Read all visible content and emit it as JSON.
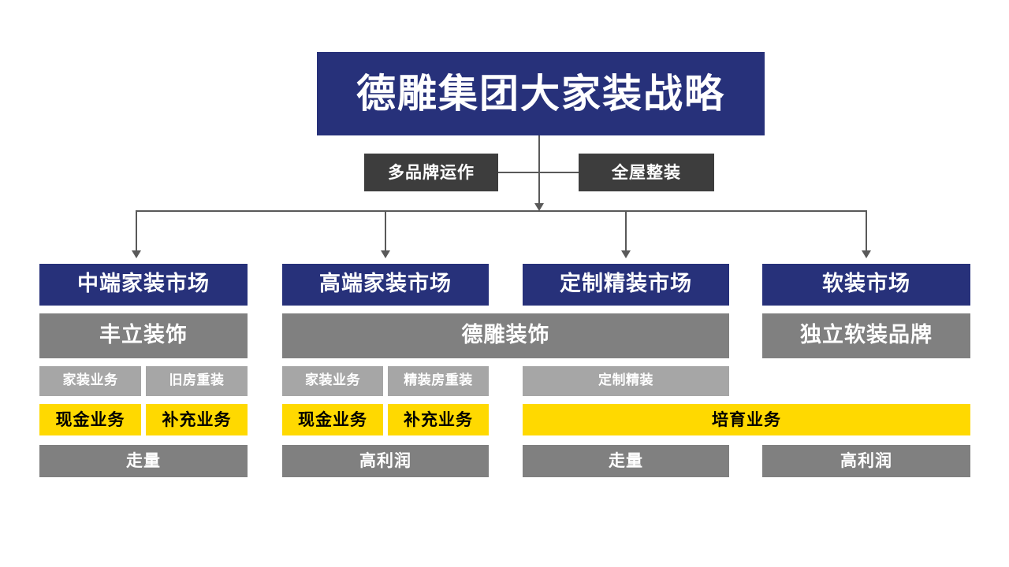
{
  "slide": {
    "title": "德雕集团大家装战略",
    "background_color": "#ffffff"
  },
  "colors": {
    "navy": "#27317a",
    "dark_gray": "#3d3d3d",
    "mid_gray": "#808080",
    "light_gray": "#a6a6a6",
    "yellow": "#ffd900",
    "line": "#595959",
    "white": "#ffffff",
    "black": "#000000"
  },
  "strategy_chips": [
    {
      "label": "多品牌运作"
    },
    {
      "label": "全屋整装"
    }
  ],
  "columns": [
    {
      "market": "中端家装市场",
      "brand": "丰立装饰",
      "sub_business": [
        "家装业务",
        "旧房重装"
      ],
      "business_type": [
        "现金业务",
        "补充业务"
      ],
      "goal": "走量"
    },
    {
      "market": "高端家装市场",
      "brand": "德雕装饰",
      "sub_business": [
        "家装业务",
        "精装房重装"
      ],
      "business_type": [
        "现金业务",
        "补充业务"
      ],
      "goal": "高利润"
    },
    {
      "market": "定制精装市场",
      "brand": "德雕装饰",
      "sub_business": [
        "定制精装"
      ],
      "business_type": [
        "培育业务"
      ],
      "goal": "走量"
    },
    {
      "market": "软装市场",
      "brand": "独立软装品牌",
      "sub_business": [],
      "business_type": [
        "培育业务"
      ],
      "goal": "高利润"
    }
  ],
  "merged": {
    "brand_2_3": "德雕装饰",
    "business_type_3_4": "培育业务"
  }
}
